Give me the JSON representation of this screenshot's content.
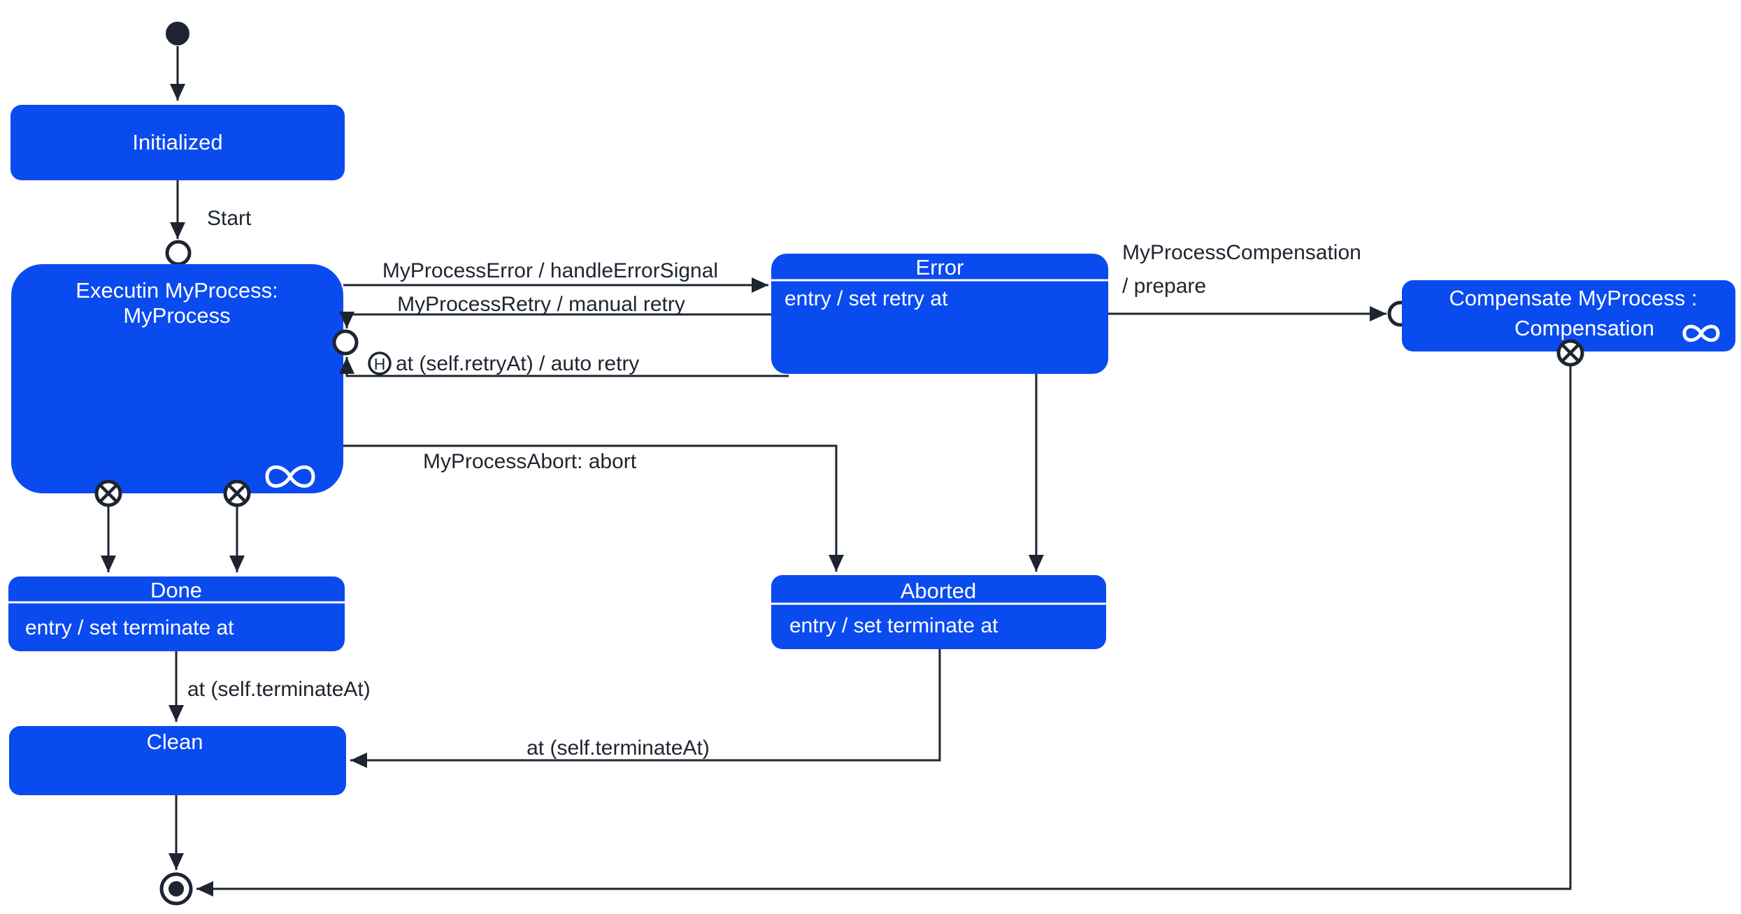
{
  "diagram": {
    "colors": {
      "state_fill": "#0a4bf0",
      "state_text": "#ffffff",
      "line": "#1e2530",
      "background": "#ffffff"
    },
    "states": {
      "initialized": {
        "title": "Initialized"
      },
      "executing": {
        "title_line1": "Executin MyProcess:",
        "title_line2": "MyProcess",
        "infinity_symbol": "infinity"
      },
      "error": {
        "title": "Error",
        "body": "entry / set retry at"
      },
      "compensate": {
        "title_line1": "Compensate MyProcess :",
        "title_line2": "Compensation",
        "infinity_symbol": "infinity"
      },
      "done": {
        "title": "Done",
        "body": "entry / set terminate at"
      },
      "aborted": {
        "title": "Aborted",
        "body": "entry / set terminate at"
      },
      "clean": {
        "title": "Clean"
      }
    },
    "transitions": {
      "start_label": "Start",
      "error_label": "MyProcessError / handleErrorSignal",
      "manual_retry_label": "MyProcessRetry / manual retry",
      "auto_retry_label": "at (self.retryAt) / auto retry",
      "history_symbol": "H",
      "abort_label": "MyProcessAbort: abort",
      "compensation_label_line1": "MyProcessCompensation",
      "compensation_label_line2": "/ prepare",
      "done_to_clean_label": "at (self.terminateAt)",
      "aborted_to_clean_label": "at (self.terminateAt)"
    }
  }
}
